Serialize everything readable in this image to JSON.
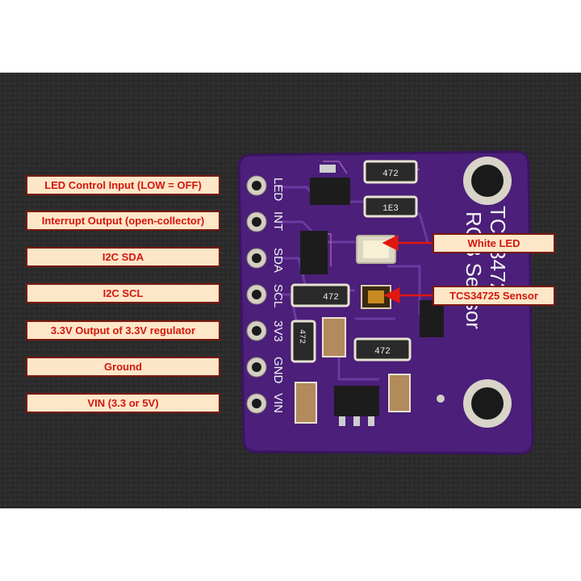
{
  "labels": {
    "led_control": "LED Control Input (LOW = OFF)",
    "interrupt": "Interrupt Output (open-collector)",
    "sda": "I2C SDA",
    "scl": "I2C SCL",
    "v33": "3.3V Output of 3.3V regulator",
    "ground": "Ground",
    "vin": "VIN (3.3 or 5V)",
    "white_led": "White LED",
    "tcs_sensor": "TCS34725 Sensor"
  },
  "board": {
    "pins": [
      "LED",
      "INT",
      "SDA",
      "SCL",
      "3V3",
      "GND",
      "VIN"
    ],
    "silkscreen": [
      "TCS34725",
      "RGB Sensor"
    ],
    "resistor_codes": [
      "472",
      "1E3",
      "472",
      "472",
      "472"
    ]
  },
  "colors": {
    "background": "#2a2a2a",
    "pcb": "#4b1f7a",
    "pcb_trace": "#6b3aa0",
    "label_fill": "#fde7c8",
    "label_border": "#7a1810",
    "label_text": "#d4160f",
    "arrow": "#e0170f"
  }
}
